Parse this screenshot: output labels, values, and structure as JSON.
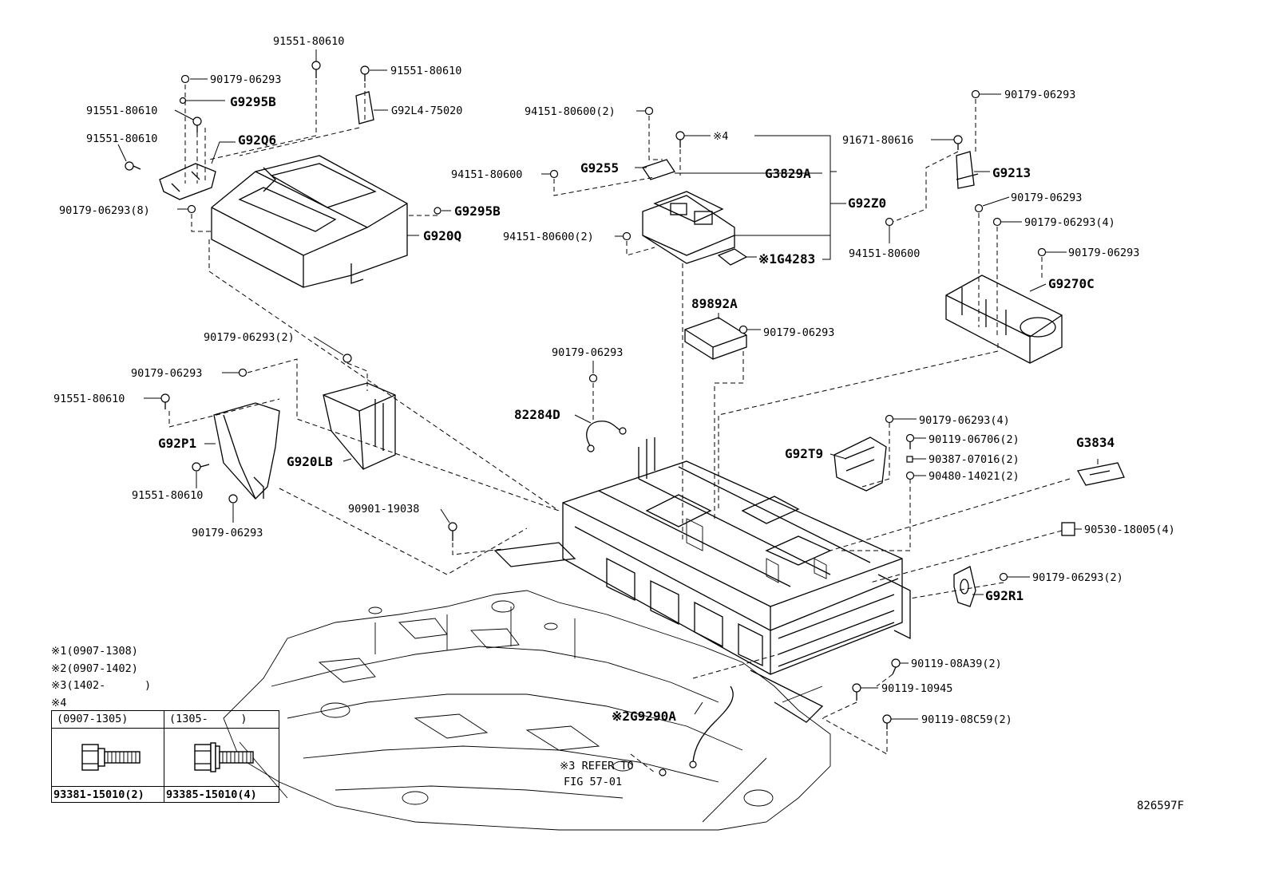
{
  "labels": {
    "p91551_top": "91551-80610",
    "p90179_tl1": "90179-06293",
    "p91551_tl2": "91551-80610",
    "pG9295B_1": "G9295B",
    "pG92L4": "G92L4-75020",
    "p91551_tl3": "91551-80610",
    "pG92Q6": "G92Q6",
    "p91551_tl4": "91551-80610",
    "p90179_8": "90179-06293(8)",
    "pG9295B_2": "G9295B",
    "pG920Q": "G920Q",
    "p94151_a": "94151-80600(2)",
    "p94151_b": "94151-80600",
    "pG9255": "G9255",
    "pG3829A": "G3829A",
    "pmark4": "※4",
    "pG92Z0": "G92Z0",
    "p94151_c": "94151-80600(2)",
    "pG4283": "※1G4283",
    "p91671": "91671-80616",
    "p90179_tr1": "90179-06293",
    "pG9213": "G9213",
    "p90179_tr2": "90179-06293",
    "p90179_tr4": "90179-06293(4)",
    "p94151_d": "94151-80600",
    "p90179_tr3": "90179-06293",
    "pG9270C": "G9270C",
    "p89892A": "89892A",
    "p90179_mid": "90179-06293",
    "p90179_2a": "90179-06293(2)",
    "p90179_l1": "90179-06293",
    "p91551_l1": "91551-80610",
    "p90179_c": "90179-06293",
    "p82284D": "82284D",
    "pG92P1": "G92P1",
    "pG920LB": "G920LB",
    "p91551_l2": "91551-80610",
    "p90179_l2": "90179-06293",
    "p90901": "90901-19038",
    "p90179_r4": "90179-06293(4)",
    "p90119_06706": "90119-06706(2)",
    "p90387": "90387-07016(2)",
    "p90480": "90480-14021(2)",
    "pG92T9": "G92T9",
    "pG3834": "G3834",
    "p90530": "90530-18005(4)",
    "p90179_r2": "90179-06293(2)",
    "pG92R1": "G92R1",
    "p90119_08A39": "90119-08A39(2)",
    "p90119_10945": "90119-10945",
    "p90119_08C59": "90119-08C59(2)",
    "pG9290A": "※2G9290A",
    "prefer1": "※3 REFER TO",
    "prefer2": "FIG 57-01"
  },
  "notes": [
    "※1(0907-1308)",
    "※2(0907-1402)",
    "※3(1402-      )",
    "※4"
  ],
  "parts_table": {
    "col1_header": "(0907-1305)",
    "col2_header": "(1305-     )",
    "col1_part": "93381-15010(2)",
    "col2_part": "93385-15010(4)"
  },
  "figure_code": "826597F"
}
